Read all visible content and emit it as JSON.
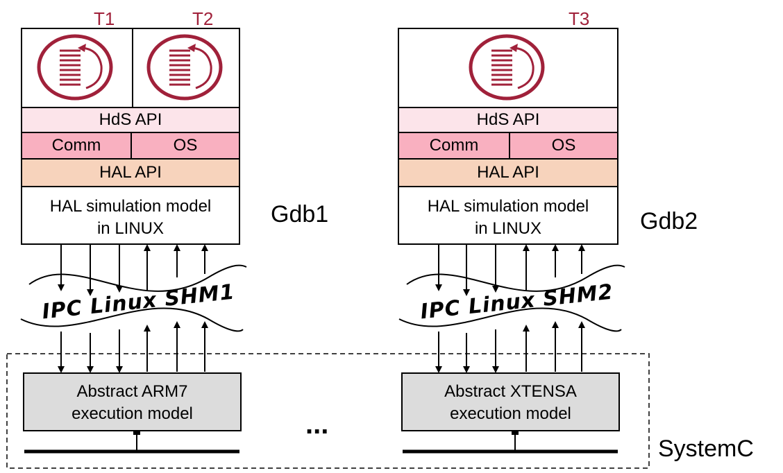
{
  "stacks": [
    {
      "tasks": [
        "T1",
        "T2"
      ],
      "hds_api": "HdS API",
      "comm": "Comm",
      "os": "OS",
      "hal_api": "HAL API",
      "hal_model_line1": "HAL simulation model",
      "hal_model_line2": "in LINUX",
      "debugger": "Gdb1",
      "ipc": [
        "IPC",
        "Linux",
        "SHM",
        "1"
      ],
      "exec_line1": "Abstract ARM7",
      "exec_line2": "execution model"
    },
    {
      "tasks": [
        "T3"
      ],
      "hds_api": "HdS API",
      "comm": "Comm",
      "os": "OS",
      "hal_api": "HAL API",
      "hal_model_line1": "HAL simulation model",
      "hal_model_line2": "in LINUX",
      "debugger": "Gdb2",
      "ipc": [
        "IPC",
        "Linux",
        "SHM",
        "2"
      ],
      "exec_line1": "Abstract XTENSA",
      "exec_line2": "execution model"
    }
  ],
  "ellipsis": "...",
  "simulator": "SystemC",
  "colors": {
    "task_icon": "#a0213a",
    "hds_api_fill": "#fce4ea",
    "comm_os_fill": "#f9b0c0",
    "hal_api_fill": "#f7d3bc",
    "exec_fill": "#dcdcdc"
  }
}
